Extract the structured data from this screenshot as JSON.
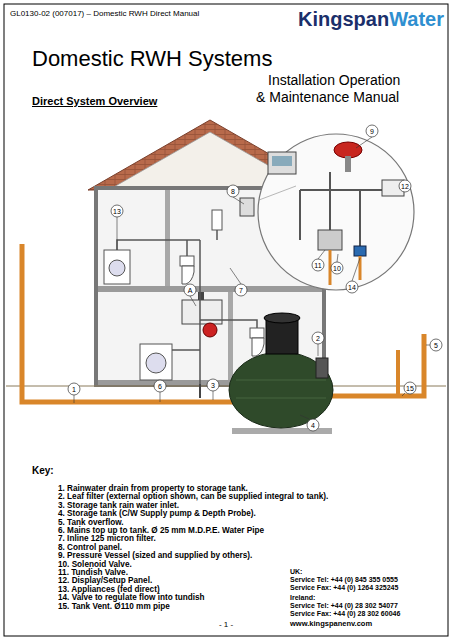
{
  "diagram": {
    "title": "Domestic RWH Systems",
    "labels": [
      "GL0130-02 (007017) – Domestic RWH Direct Manual",
      "Kingspan",
      "Water",
      "Installation Operation",
      "& Maintenance Manual",
      "Direct System Overview",
      "13",
      "8",
      "9",
      "12",
      "7",
      "A",
      "11",
      "10",
      "14",
      "2",
      "5",
      "1",
      "6",
      "3",
      "15",
      "4",
      "Key:",
      "1. Rainwater drain from property to storage tank.",
      "2. Leaf filter (external option shown, can be supplied integral to tank).",
      "3. Storage tank rain water inlet.",
      "4. Storage tank (C/W Supply pump & Depth Probe).",
      "5. Tank overflow.",
      "6. Mains top up to tank. Ø 25 mm M.D.P.E. Water Pipe",
      "7. Inline 125 micron filter.",
      "8. Control panel.",
      "9. Pressure Vessel (sized and supplied by others).",
      "10. Solenoid Valve.",
      "11. Tundish Valve.",
      "12. Display/Setup Panel.",
      "13. Appliances (fed direct)",
      "14. Valve to regulate flow into tundish",
      "15. Tank Vent. Ø110 mm pipe",
      "UK:",
      "Service Tel: +44 (0) 845 355 0555",
      "Service Fax: +44 (0) 1264 325245",
      "Ireland:",
      "Service Tel: +44 (0) 28 302 54077",
      "Service Fax: +44 (0) 28 302 60046",
      "- 1 -",
      "www.kingspanenv.com"
    ]
  }
}
